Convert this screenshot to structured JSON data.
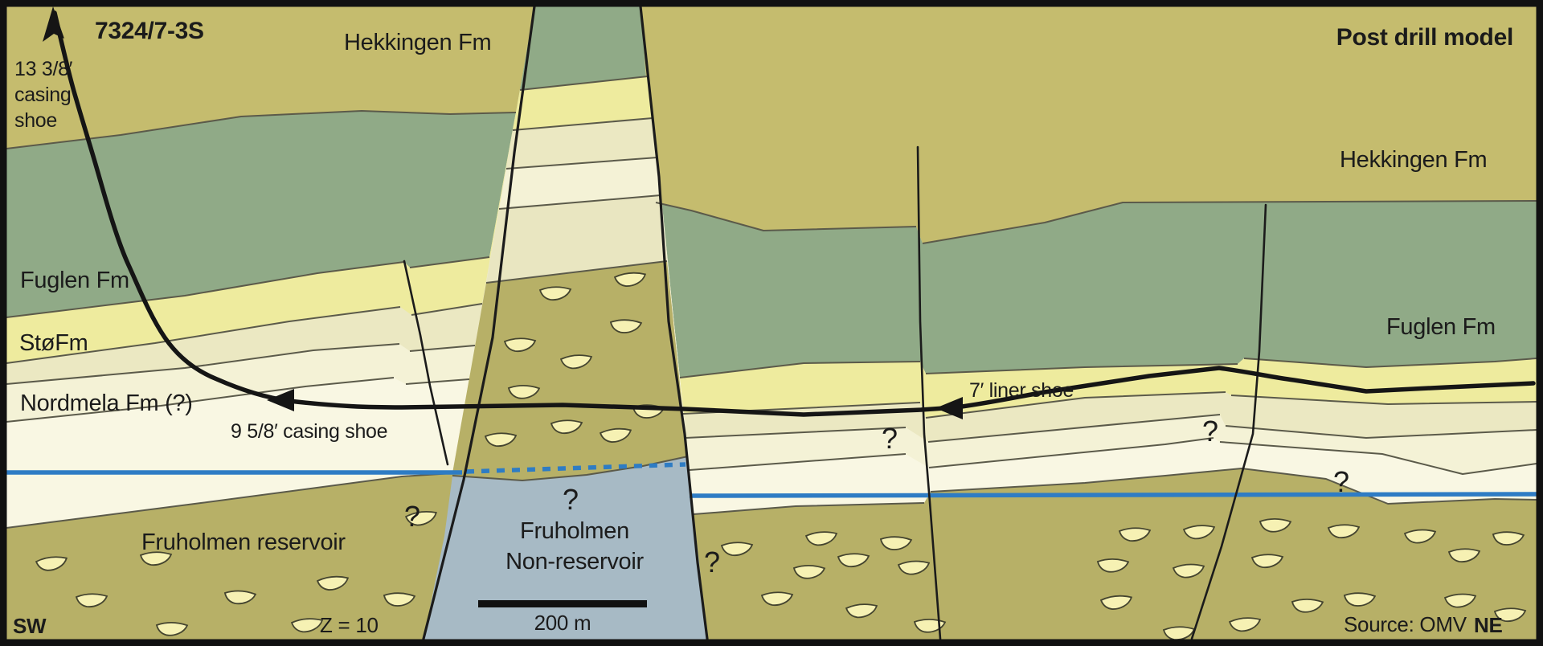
{
  "header": {
    "well_name": "7324/7-3S",
    "title": "Post drill model"
  },
  "formations": {
    "hekkingen_top": "Hekkingen Fm",
    "hekkingen_right": "Hekkingen Fm",
    "fuglen_left": "Fuglen Fm",
    "fuglen_right": "Fuglen Fm",
    "sto": "StøFm",
    "nordmela": "Nordmela Fm (?)",
    "fruholmen_reservoir": "Fruholmen reservoir",
    "fruholmen_nonres_line1": "Fruholmen",
    "fruholmen_nonres_line2": "Non-reservoir"
  },
  "well": {
    "casing13_l1": "13 3/8′",
    "casing13_l2": "casing",
    "casing13_l3": "shoe",
    "casing958": "9 5/8′ casing shoe",
    "liner7": "7′ liner shoe"
  },
  "annotations": {
    "question_mark": "?",
    "z_value": "Z = 10",
    "scale_value": "200 m",
    "source": "Source: OMV",
    "sw": "SW",
    "ne": "NE"
  },
  "colors": {
    "hekkingen": "#c5bc6e",
    "fuglen": "#90aa87",
    "sto": "#eeeb9e",
    "band1": "#ebe8c2",
    "band2": "#f4f2d6",
    "band3": "#f9f7e3",
    "band3_horst": "#e9e6c1",
    "cream_base": "#e8e5bd",
    "fruholmen": "#b7b067",
    "nonreservoir": "#a7bac5",
    "contact_blue": "#2e7cc4",
    "ink": "#1b1b1b",
    "clast_fill": "#f6f1b3"
  },
  "clasts": [
    [
      45,
      698,
      -5
    ],
    [
      175,
      690,
      0
    ],
    [
      280,
      737,
      4
    ],
    [
      395,
      722,
      -4
    ],
    [
      478,
      740,
      3
    ],
    [
      195,
      777,
      2
    ],
    [
      363,
      774,
      -3
    ],
    [
      505,
      642,
      -6
    ],
    [
      95,
      742,
      0
    ],
    [
      672,
      360,
      0
    ],
    [
      765,
      344,
      -4
    ],
    [
      760,
      400,
      3
    ],
    [
      628,
      424,
      0
    ],
    [
      698,
      446,
      -3
    ],
    [
      633,
      482,
      2
    ],
    [
      686,
      526,
      0
    ],
    [
      747,
      538,
      -4
    ],
    [
      788,
      506,
      3
    ],
    [
      604,
      542,
      0
    ],
    [
      898,
      678,
      0
    ],
    [
      1003,
      666,
      -3
    ],
    [
      1096,
      670,
      3
    ],
    [
      1043,
      692,
      0
    ],
    [
      1118,
      702,
      -2
    ],
    [
      988,
      706,
      2
    ],
    [
      948,
      740,
      0
    ],
    [
      1053,
      756,
      -3
    ],
    [
      1138,
      773,
      2
    ],
    [
      1393,
      660,
      0
    ],
    [
      1473,
      658,
      -3
    ],
    [
      1568,
      648,
      2
    ],
    [
      1653,
      656,
      0
    ],
    [
      1748,
      663,
      -2
    ],
    [
      1858,
      664,
      3
    ],
    [
      1803,
      686,
      0
    ],
    [
      1366,
      698,
      2
    ],
    [
      1460,
      706,
      -2
    ],
    [
      1558,
      693,
      0
    ],
    [
      1673,
      740,
      3
    ],
    [
      1798,
      743,
      -2
    ],
    [
      1860,
      760,
      0
    ],
    [
      1608,
      748,
      2
    ],
    [
      1530,
      773,
      -3
    ],
    [
      1448,
      783,
      0
    ],
    [
      1370,
      746,
      -4
    ]
  ]
}
